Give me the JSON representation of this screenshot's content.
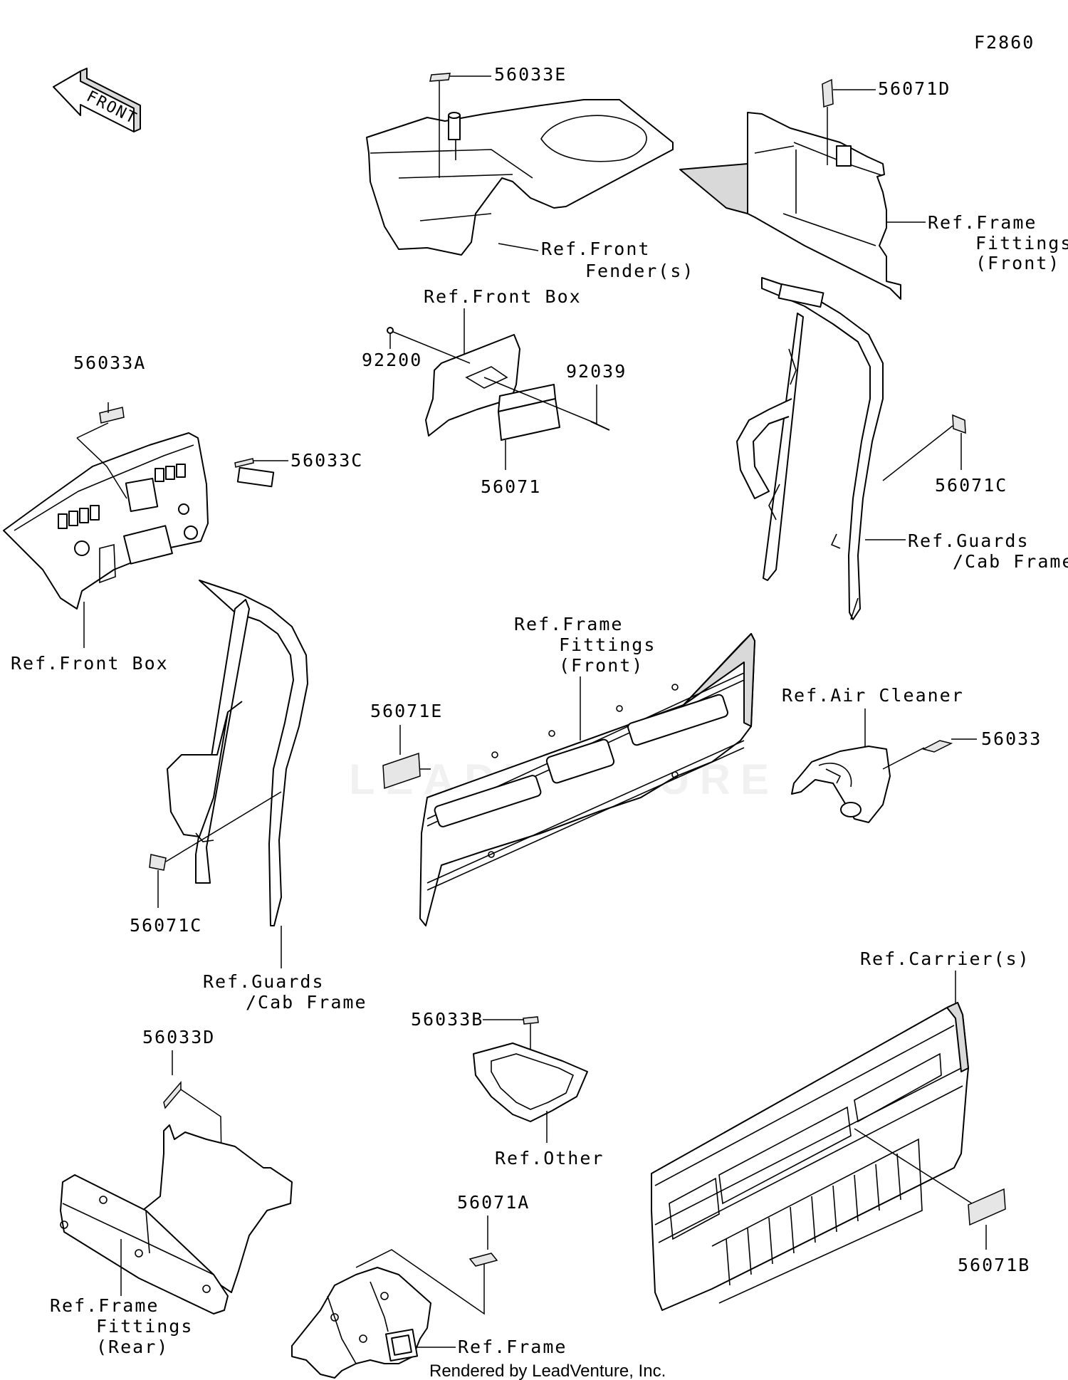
{
  "figure_code": "F2860",
  "front_arrow_text": "FRONT",
  "watermark": "LEADVENTURE",
  "footer": "Rendered by LeadVenture, Inc.",
  "labels": {
    "p56033E": "56033E",
    "p56071D": "56071D",
    "ref_front_fender_1": "Ref.Front",
    "ref_front_fender_2": "Fender(s)",
    "ref_frame_fit_front_a1": "Ref.Frame",
    "ref_frame_fit_front_a2": "Fittings",
    "ref_frame_fit_front_a3": "(Front)",
    "ref_front_box_top": "Ref.Front Box",
    "p92200": "92200",
    "p92039": "92039",
    "p56071": "56071",
    "p56033A": "56033A",
    "p56033C": "56033C",
    "p56071C_right": "56071C",
    "ref_guards_r1": "Ref.Guards",
    "ref_guards_r2": "/Cab Frame",
    "ref_front_box_left": "Ref.Front Box",
    "ref_frame_fit_front_b1": "Ref.Frame",
    "ref_frame_fit_front_b2": "Fittings",
    "ref_frame_fit_front_b3": "(Front)",
    "ref_air_cleaner": "Ref.Air Cleaner",
    "p56033": "56033",
    "p56071E": "56071E",
    "p56071C_left": "56071C",
    "ref_guards_l1": "Ref.Guards",
    "ref_guards_l2": "/Cab Frame",
    "ref_carriers": "Ref.Carrier(s)",
    "p56033B": "56033B",
    "p56033D": "56033D",
    "ref_other": "Ref.Other",
    "p56071A": "56071A",
    "p56071B": "56071B",
    "ref_frame_fit_rear_1": "Ref.Frame",
    "ref_frame_fit_rear_2": "Fittings",
    "ref_frame_fit_rear_3": "(Rear)",
    "ref_frame": "Ref.Frame"
  }
}
